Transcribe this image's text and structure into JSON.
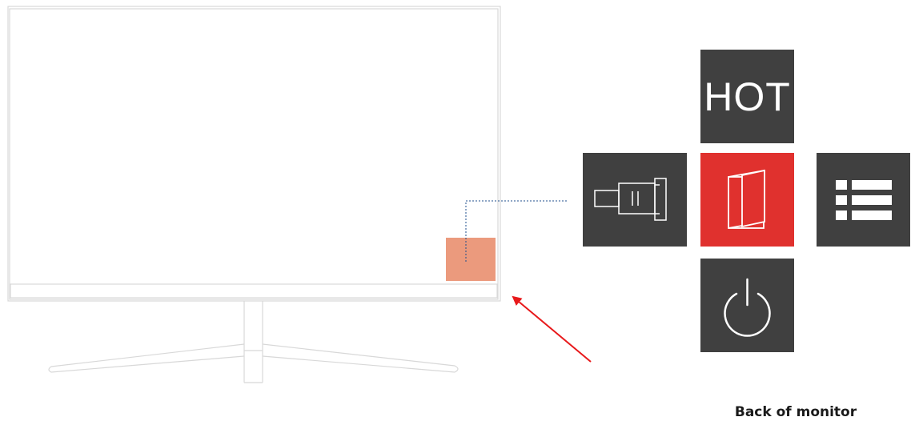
{
  "caption": "Back of monitor",
  "keys": [
    {
      "id": "hot",
      "label": "HOT",
      "icon": "hot-text",
      "color": "#404040"
    },
    {
      "id": "input",
      "icon": "input-connector-icon",
      "color": "#404040"
    },
    {
      "id": "exit",
      "icon": "exit-door-icon",
      "color": "#e0312e"
    },
    {
      "id": "menu",
      "icon": "menu-list-icon",
      "color": "#404040"
    },
    {
      "id": "power",
      "icon": "power-icon",
      "color": "#404040"
    }
  ],
  "colors": {
    "key_default": "#404040",
    "key_highlight": "#e0312e",
    "button_area_highlight": "#eb9a7d",
    "arrow": "#e8191b",
    "leader_line": "#1f4f8c",
    "monitor_outline": "#d8d8d8"
  }
}
